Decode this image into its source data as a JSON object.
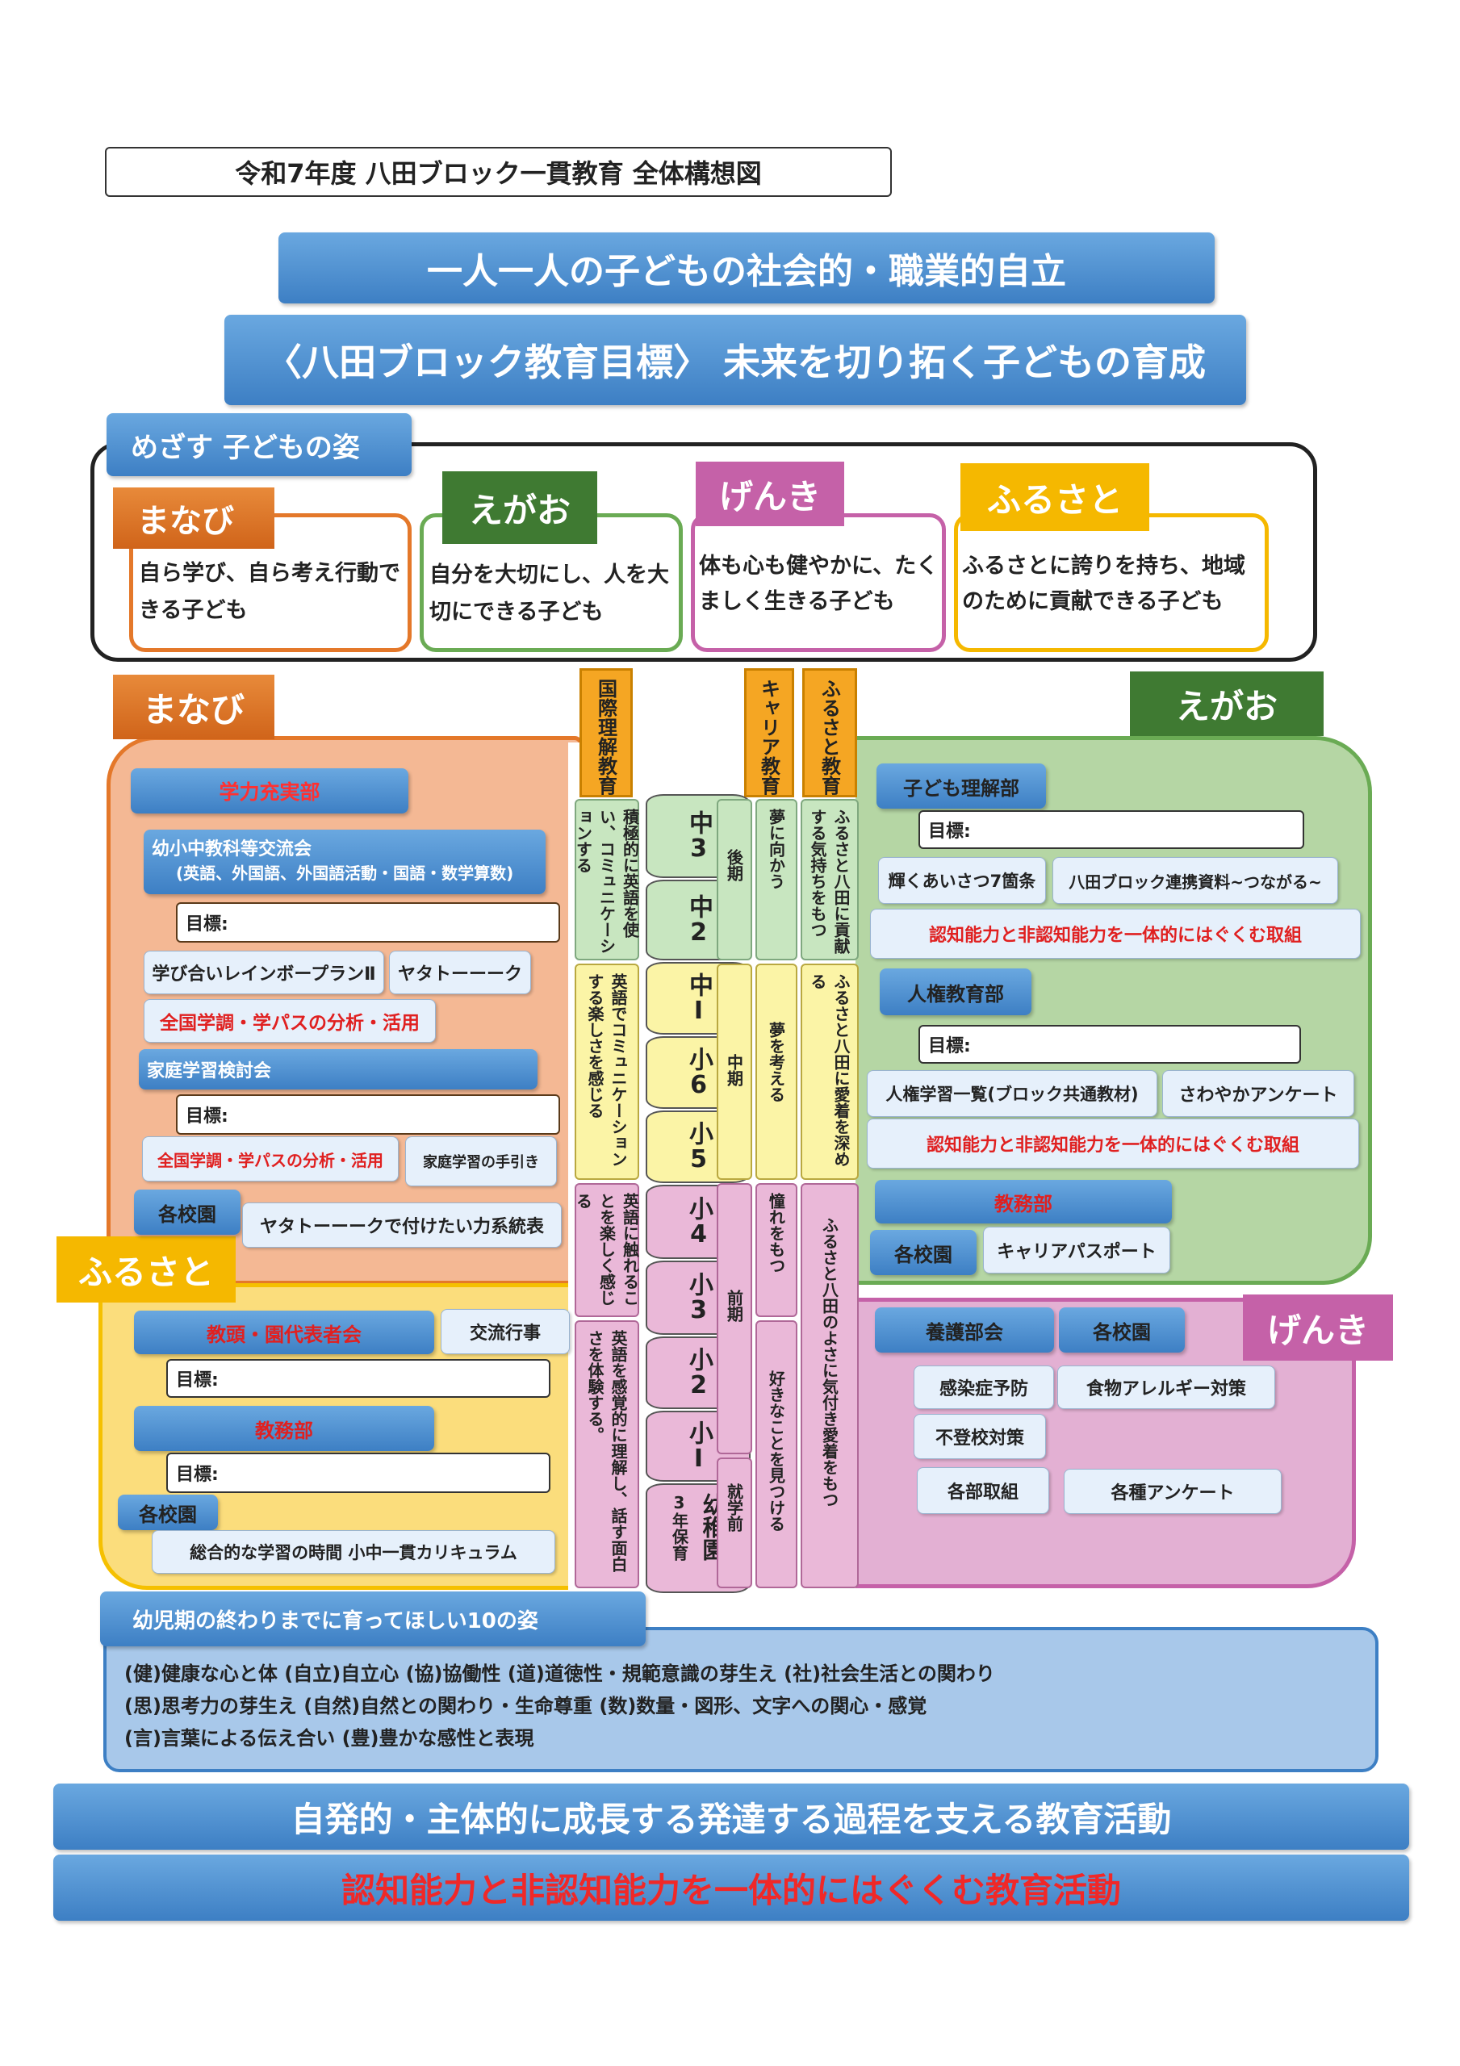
{
  "header": {
    "title": "令和7年度 八田ブロック一貫教育 全体構想図"
  },
  "banner1": "一人一人の子どもの社会的・職業的自立",
  "banner2": "〈八田ブロック教育目標〉 未来を切り拓く子どもの育成",
  "aims": {
    "label": "めざす 子どもの姿",
    "items": [
      {
        "tag": "まなび",
        "text": "自ら学び、自ら考え行動できる子ども"
      },
      {
        "tag": "えがお",
        "text": "自分を大切にし、人を大切にできる子ども"
      },
      {
        "tag": "げんき",
        "text": "体も心も健やかに、たくましく生きる子ども"
      },
      {
        "tag": "ふるさと",
        "text": "ふるさとに誇りを持ち、地域のために貢献できる子ども"
      }
    ]
  },
  "quad": {
    "manabi": "まなび",
    "egao": "えがお",
    "furusato": "ふるさと",
    "genki": "げんき"
  },
  "colheads": {
    "kokusai": "国際理解教育",
    "career": "キャリア教育",
    "furusato": "ふるさと教育"
  },
  "stages": [
    "中3",
    "中2",
    "中Ⅰ",
    "小6",
    "小5",
    "小4",
    "小3",
    "小2",
    "小Ⅰ",
    "幼稚園",
    "3年保育"
  ],
  "kokusai_cells": [
    "積極的に英語を使い、コミュニケーションする",
    "英語でコミュニケーションする楽しさを感じる",
    "英語に触れることを楽しく感じる",
    "英語を感覚的に理解し、話す面白さを体験する。"
  ],
  "periods": [
    "後期",
    "中期",
    "前期",
    "就学前"
  ],
  "career_cells": [
    "夢に向かう",
    "夢を考える",
    "憧れをもつ",
    "好きなことを見つける"
  ],
  "furusato_cells": [
    "ふるさと八田に貢献する気持ちをもつ",
    "ふるさと八田に愛着を深める",
    "ふるさと八田のよさに気付き愛着をもつ"
  ],
  "manabi": {
    "gakuryoku": "学力充実部",
    "koryu": "幼小中教科等交流会",
    "koryu_sub": "(英語、外国語、外国語活動・国語・数学算数)",
    "goal": "目標:",
    "rainbow": "学び合いレインボープランⅡ",
    "yatato": "ヤタトーーーク",
    "zenkoku": "全国学調・学パスの分析・活用",
    "katei": "家庭学習検討会",
    "goal2": "目標:",
    "zenkoku2": "全国学調・学パスの分析・活用",
    "katei_tebiki": "家庭学習の手引き",
    "kakuen": "各校園",
    "yatato2": "ヤタトーーークで付けたい力系統表"
  },
  "egao": {
    "kodomo": "子ども理解部",
    "goal": "目標:",
    "aisatsu": "輝くあいさつ7箇条",
    "renkei": "八田ブロック連携資料~つながる~",
    "ninchi": "認知能力と非認知能力を一体的にはぐくむ取組",
    "jinken": "人権教育部",
    "goal2": "目標:",
    "jinken_ichiran": "人権学習一覧(ブロック共通教材)",
    "sawayaka": "さわやかアンケート",
    "ninchi2": "認知能力と非認知能力を一体的にはぐくむ取組",
    "kyomu": "教務部",
    "kakuen": "各校園",
    "career_pass": "キャリアパスポート"
  },
  "furusato": {
    "kyoto": "教頭・園代表者会",
    "koryu_gyoji": "交流行事",
    "goal": "目標:",
    "kyomu": "教務部",
    "goal2": "目標:",
    "kakuen": "各校園",
    "sogo": "総合的な学習の時間 小中一貫カリキュラム"
  },
  "genki": {
    "yogo": "養護部会",
    "kakuen": "各校園",
    "kansen": "感染症予防",
    "allergy": "食物アレルギー対策",
    "futoko": "不登校対策",
    "kakubu": "各部取組",
    "anketo": "各種アンケート"
  },
  "sugata": {
    "label": "幼児期の終わりまでに育ってほしい10の姿",
    "lines": [
      "(健)健康な心と体 (自立)自立心 (協)協働性 (道)道徳性・規範意識の芽生え (社)社会生活との関わり",
      "(思)思考力の芽生え (自然)自然との関わり・生命尊重 (数)数量・図形、文字への関心・感覚",
      "(言)言葉による伝え合い (豊)豊かな感性と表現"
    ]
  },
  "footer1": "自発的・主体的に成長する発達する過程を支える教育活動",
  "footer2": "認知能力と非認知能力を一体的にはぐくむ教育活動",
  "colors": {
    "manabi": "#e4782a",
    "egao": "#3f7a32",
    "genki": "#c561a8",
    "furusato": "#f5b800",
    "blue": "#3d7fc4"
  }
}
